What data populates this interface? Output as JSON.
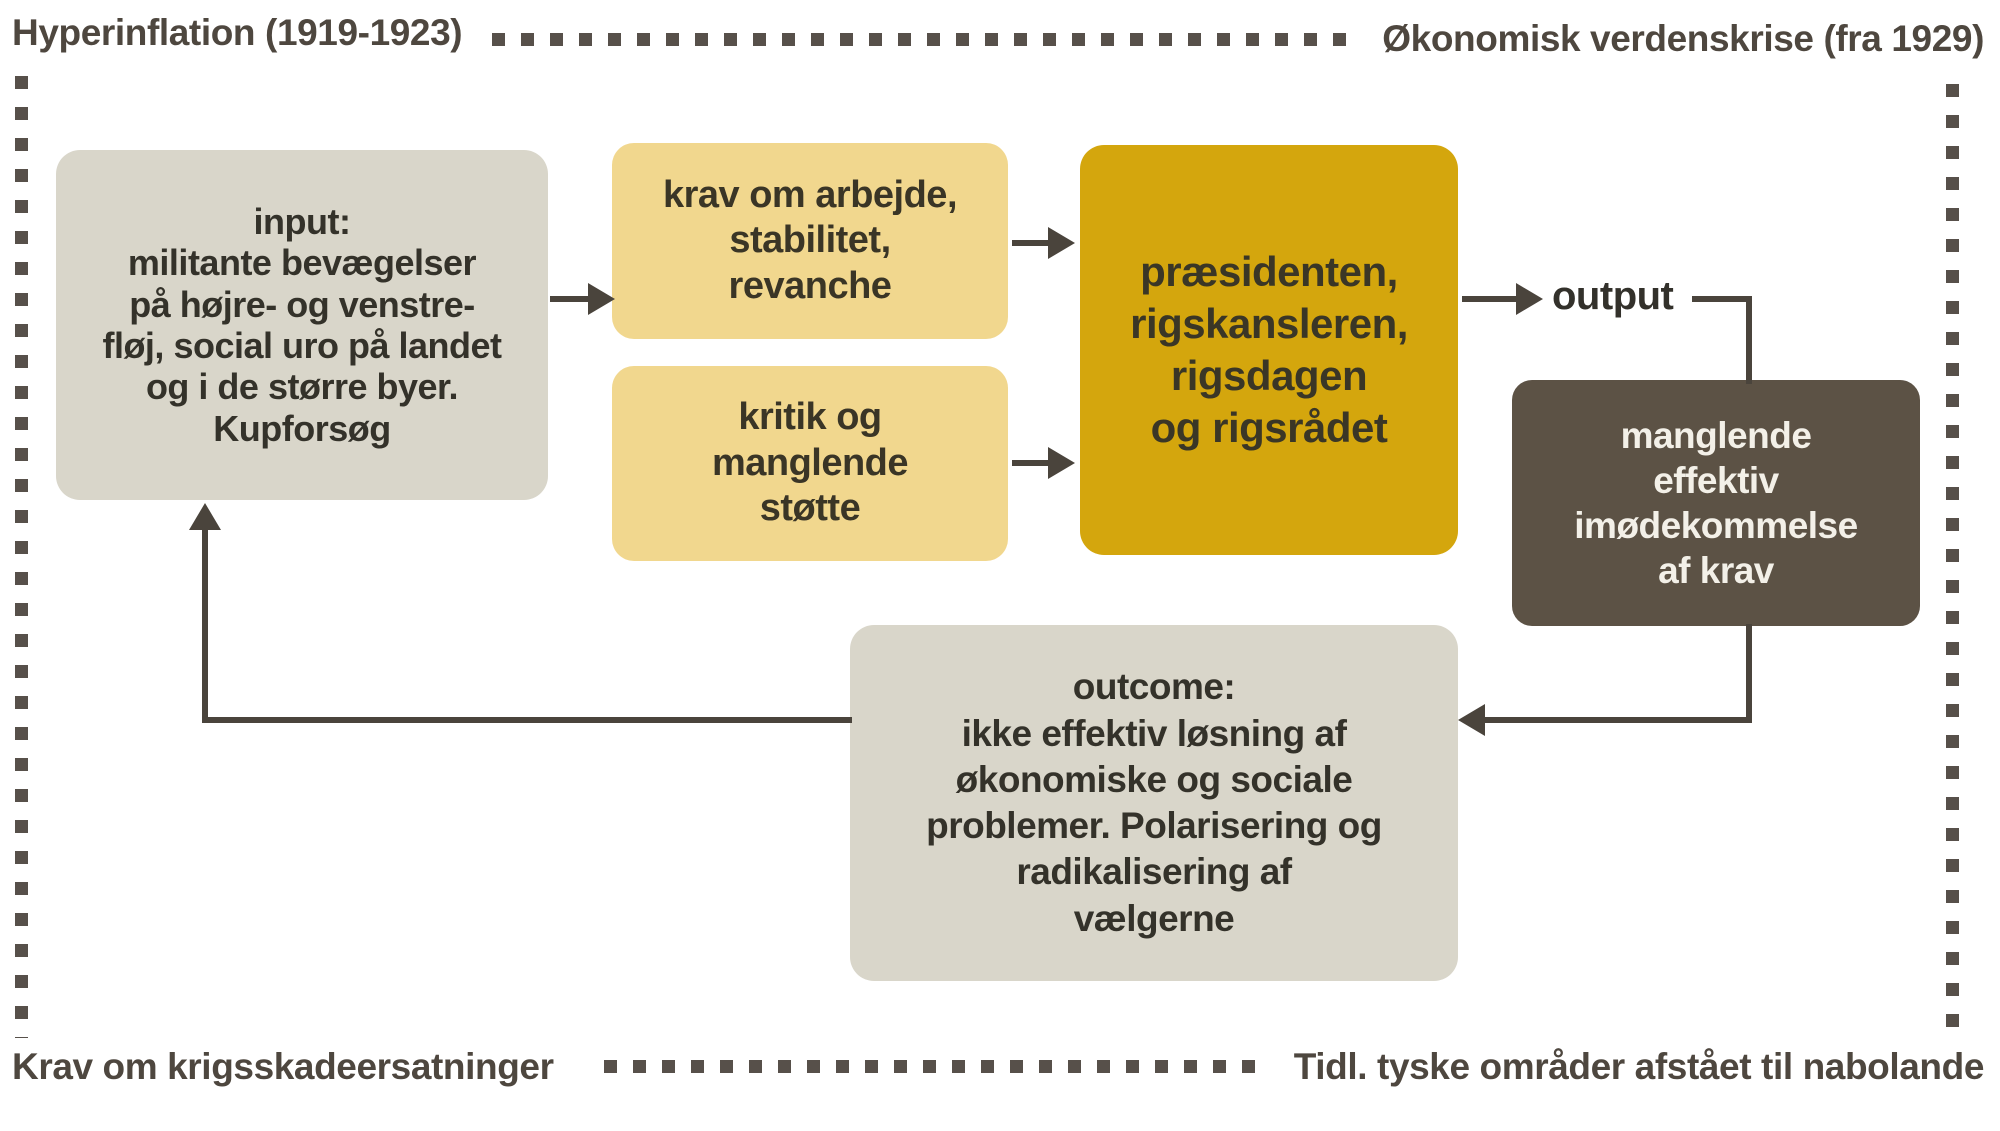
{
  "diagram": {
    "frame_labels": {
      "top_left": "Hyperinflation (1919-1923)",
      "top_right": "Økonomisk verdenskrise (fra 1929)",
      "bottom_left": "Krav om krigsskadeersatninger",
      "bottom_right": "Tidl. tyske områder afstået til nabolande"
    },
    "nodes": {
      "input": {
        "heading": "input:",
        "body": "militante bevægelser\npå højre- og venstre-\nfløj, social uro på landet\nog i de større byer.\nKupforsøg"
      },
      "demands": {
        "text": "krav om arbejde,\nstabilitet,\nrevanche"
      },
      "support": {
        "text": "kritik og\nmanglende\nstøtte"
      },
      "political_system": {
        "text": "præsidenten,\nrigskansleren,\nrigsdagen\nog rigsrådet"
      },
      "output_label": "output",
      "output_result": {
        "text": "manglende\neffektiv\nimødekommelse\naf krav"
      },
      "outcome": {
        "heading": "outcome:",
        "body": "ikke effektiv løsning af\nøkonomiske og sociale\nproblemer. Polarisering og\nradikalisering af\nvælgerne"
      }
    },
    "colors": {
      "box_gray": "#d9d6ca",
      "box_light_yellow": "#f1d78e",
      "box_gold": "#d4a60d",
      "box_brown": "#5c5245",
      "arrow": "#4a443c",
      "dashed_border": "#57504a",
      "text_dark": "#34322a",
      "text_light": "#f3f0e8"
    }
  }
}
